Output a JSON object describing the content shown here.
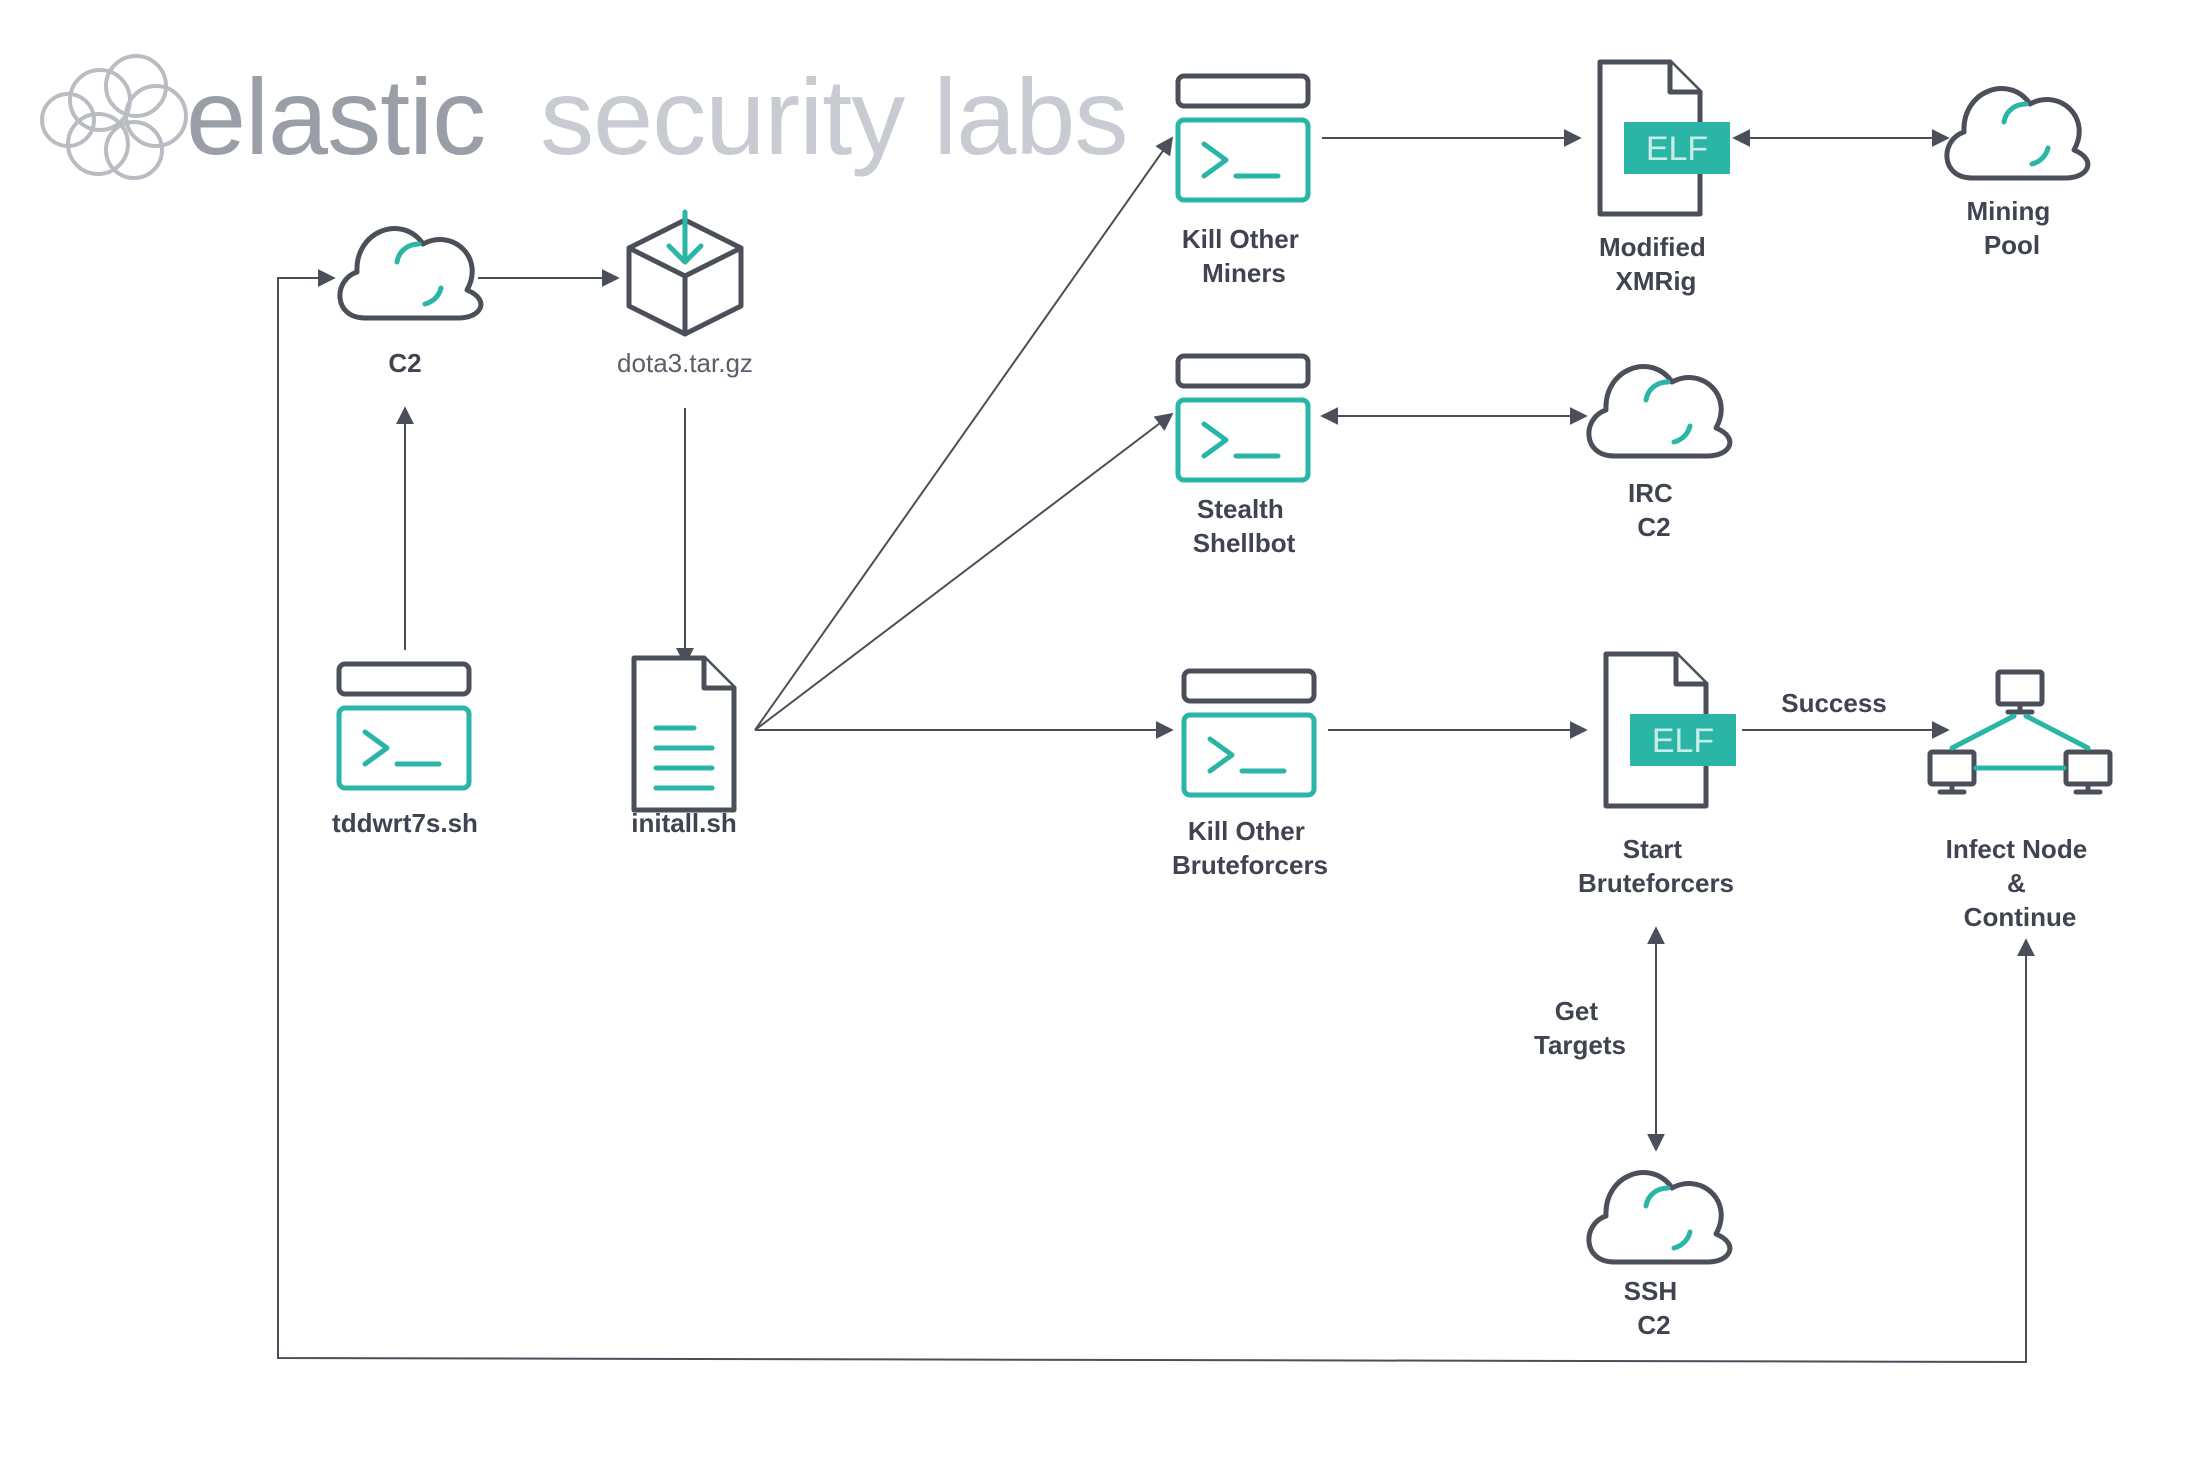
{
  "brand": {
    "word1": "elastic",
    "word2": "security labs"
  },
  "nodes": {
    "c2": [
      "C2"
    ],
    "dota": [
      "dota3.tar.gz"
    ],
    "tddwrt": [
      "tddwrt7s.sh"
    ],
    "initall": [
      "initall.sh"
    ],
    "kill_miners": [
      "Kill Other",
      "Miners"
    ],
    "stealth": [
      "Stealth",
      "Shellbot"
    ],
    "kill_brute": [
      "Kill Other",
      "Bruteforcers"
    ],
    "xmrig": [
      "Modified",
      "XMRig"
    ],
    "irc": [
      "IRC",
      "C2"
    ],
    "start_brute": [
      "Start",
      "Bruteforcers"
    ],
    "mining_pool": [
      "Mining",
      "Pool"
    ],
    "infect": [
      "Infect Node",
      "&",
      "Continue"
    ],
    "ssh": [
      "SSH",
      "C2"
    ]
  },
  "edge_labels": {
    "success": "Success",
    "get_targets": [
      "Get",
      "Targets"
    ]
  },
  "elf_badge": "ELF",
  "colors": {
    "teal": "#2ab5a6",
    "grey": "#4a4f5a",
    "brand_text": "#b9bcc3"
  },
  "icons": {
    "cloud": "cloud-icon",
    "terminal": "terminal-icon",
    "file": "file-icon",
    "elf_file": "elf-file-icon",
    "package": "package-download-icon",
    "network": "network-nodes-icon",
    "logo": "elastic-cluster-logo"
  }
}
